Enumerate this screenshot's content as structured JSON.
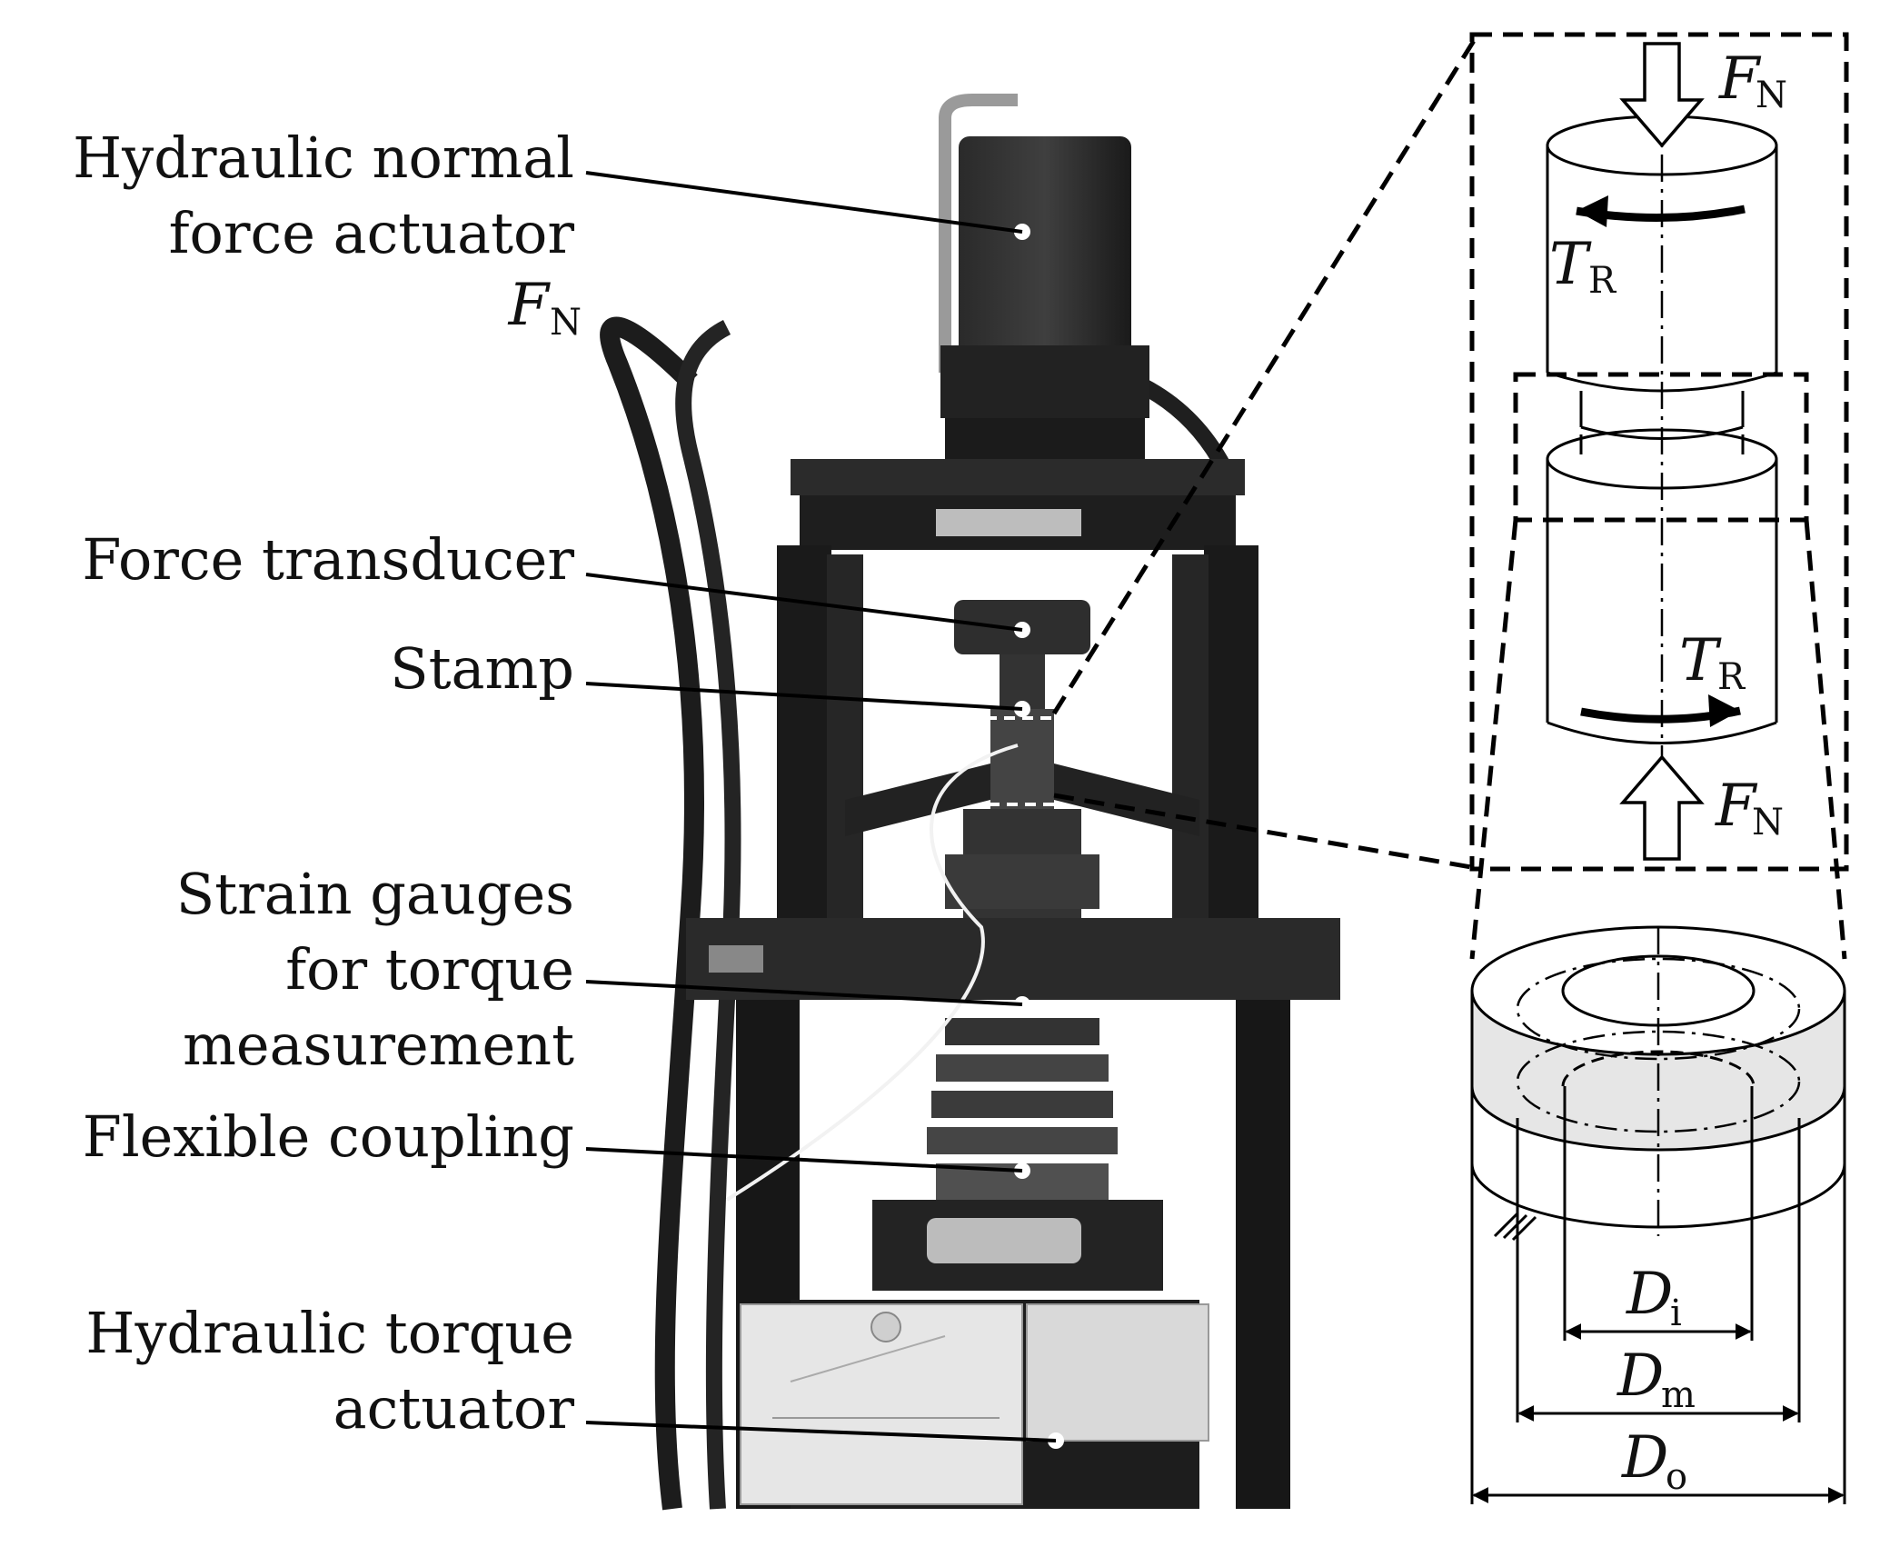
{
  "labels": {
    "normal_actuator": [
      "Hydraulic normal",
      "force actuator"
    ],
    "force_symbol": "F",
    "force_sub": "N",
    "force_transducer": "Force transducer",
    "stamp": "Stamp",
    "strain_gauges": [
      "Strain gauges",
      "for torque",
      "measurement"
    ],
    "flexible_coupling": "Flexible coupling",
    "torque_actuator": [
      "Hydraulic torque",
      "actuator"
    ]
  },
  "detail": {
    "force_symbol": "F",
    "force_sub": "N",
    "torque_symbol": "T",
    "torque_sub": "R"
  },
  "ring": {
    "d_symbol": "D",
    "inner_sub": "i",
    "mean_sub": "m",
    "outer_sub": "o"
  }
}
